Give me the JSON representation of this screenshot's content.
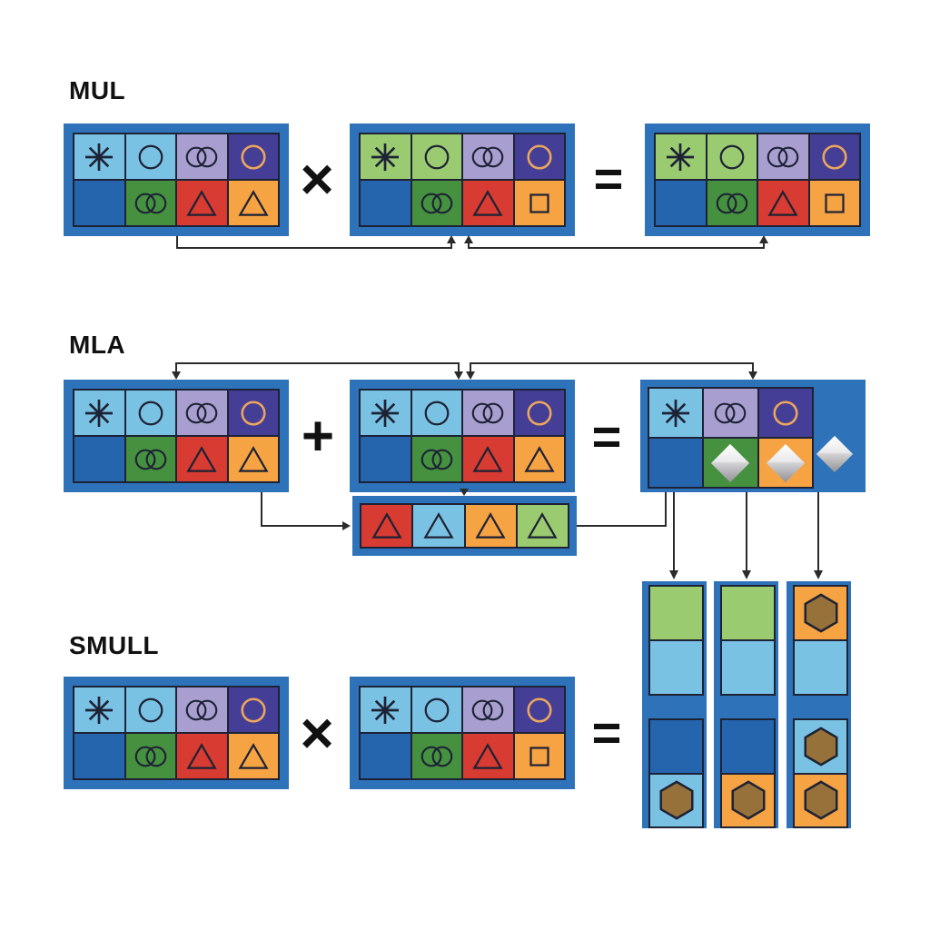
{
  "palette": {
    "background": "#ffffff",
    "text": "#111111",
    "registerBorder": "#2e72ba",
    "outline": "#1e2235",
    "arrow": "#2b2b2b",
    "blue": "#2565ae",
    "lightBlue": "#7ac2e4",
    "lightPurple": "#a89fd0",
    "indigo": "#453e97",
    "green": "#45913f",
    "lightGreen": "#9bcb70",
    "red": "#d73b31",
    "orange": "#f5a343",
    "hexBrown": "#97713a",
    "orangeStroke": "#eda75c",
    "diamondLight": "#ffffff",
    "diamondMid": "#d2d2d5",
    "diamondDark": "#929296"
  },
  "sections": {
    "mul": {
      "label": "MUL",
      "multiply_sign": "×",
      "equals_sign": "=",
      "src1": {
        "rows": [
          [
            {
              "bg": "lightBlue",
              "sym": "asterisk"
            },
            {
              "bg": "lightBlue",
              "sym": "circle"
            },
            {
              "bg": "lightPurple",
              "sym": "doubleCircle"
            },
            {
              "bg": "indigo",
              "sym": "circleOrange"
            }
          ],
          [
            {
              "bg": "blue"
            },
            {
              "bg": "green",
              "sym": "doubleCircle"
            },
            {
              "bg": "red",
              "sym": "triangle"
            },
            {
              "bg": "orange",
              "sym": "triangle"
            }
          ]
        ]
      },
      "src2": {
        "rows": [
          [
            {
              "bg": "lightGreen",
              "sym": "asterisk"
            },
            {
              "bg": "lightGreen",
              "sym": "circle"
            },
            {
              "bg": "lightPurple",
              "sym": "doubleCircle"
            },
            {
              "bg": "indigo",
              "sym": "circleOrange"
            }
          ],
          [
            {
              "bg": "blue"
            },
            {
              "bg": "green",
              "sym": "doubleCircle"
            },
            {
              "bg": "red",
              "sym": "triangle"
            },
            {
              "bg": "orange",
              "sym": "square"
            }
          ]
        ]
      },
      "dst": {
        "rows": [
          [
            {
              "bg": "lightGreen",
              "sym": "asterisk"
            },
            {
              "bg": "lightGreen",
              "sym": "circle"
            },
            {
              "bg": "lightPurple",
              "sym": "doubleCircle"
            },
            {
              "bg": "indigo",
              "sym": "circleOrange"
            }
          ],
          [
            {
              "bg": "blue"
            },
            {
              "bg": "green",
              "sym": "doubleCircle"
            },
            {
              "bg": "red",
              "sym": "triangle"
            },
            {
              "bg": "orange",
              "sym": "square"
            }
          ]
        ]
      }
    },
    "mla": {
      "label": "MLA",
      "plus_sign": "+",
      "equals_sign": "=",
      "src1": {
        "rows": [
          [
            {
              "bg": "lightBlue",
              "sym": "asterisk"
            },
            {
              "bg": "lightBlue",
              "sym": "circle"
            },
            {
              "bg": "lightPurple",
              "sym": "doubleCircle"
            },
            {
              "bg": "indigo",
              "sym": "circleOrange"
            }
          ],
          [
            {
              "bg": "blue"
            },
            {
              "bg": "green",
              "sym": "doubleCircle"
            },
            {
              "bg": "red",
              "sym": "triangle"
            },
            {
              "bg": "orange",
              "sym": "triangle"
            }
          ]
        ]
      },
      "src2": {
        "rows": [
          [
            {
              "bg": "lightBlue",
              "sym": "asterisk"
            },
            {
              "bg": "lightBlue",
              "sym": "circle"
            },
            {
              "bg": "lightPurple",
              "sym": "doubleCircle"
            },
            {
              "bg": "indigo",
              "sym": "circleOrange"
            }
          ],
          [
            {
              "bg": "blue"
            },
            {
              "bg": "green",
              "sym": "doubleCircle"
            },
            {
              "bg": "red",
              "sym": "triangle"
            },
            {
              "bg": "orange",
              "sym": "triangle"
            }
          ]
        ]
      },
      "addend_row": {
        "rows": [
          [
            {
              "bg": "red",
              "sym": "triangle"
            },
            {
              "bg": "lightBlue",
              "sym": "triangle"
            },
            {
              "bg": "orange",
              "sym": "triangle"
            },
            {
              "bg": "lightGreen",
              "sym": "triangle"
            }
          ]
        ]
      },
      "dst": {
        "rows": [
          [
            {
              "bg": "lightBlue",
              "sym": "asterisk"
            },
            {
              "bg": "lightPurple",
              "sym": "doubleCircle"
            },
            {
              "bg": "indigo",
              "sym": "circleOrange"
            }
          ],
          [
            {
              "bg": "blue"
            },
            {
              "bg": "green",
              "sym": "diamond"
            },
            {
              "bg": "orange",
              "sym": "diamond"
            }
          ]
        ]
      },
      "overflow_symbol": "diamond"
    },
    "smull": {
      "label": "SMULL",
      "multiply_sign": "×",
      "equals_sign": "=",
      "src1": {
        "rows": [
          [
            {
              "bg": "lightBlue",
              "sym": "asterisk"
            },
            {
              "bg": "lightBlue",
              "sym": "circle"
            },
            {
              "bg": "lightPurple",
              "sym": "doubleCircle"
            },
            {
              "bg": "indigo",
              "sym": "circleOrange"
            }
          ],
          [
            {
              "bg": "blue"
            },
            {
              "bg": "green",
              "sym": "doubleCircle"
            },
            {
              "bg": "red",
              "sym": "triangle"
            },
            {
              "bg": "orange",
              "sym": "triangle"
            }
          ]
        ]
      },
      "src2": {
        "rows": [
          [
            {
              "bg": "lightBlue",
              "sym": "asterisk"
            },
            {
              "bg": "lightBlue",
              "sym": "circle"
            },
            {
              "bg": "lightPurple",
              "sym": "doubleCircle"
            },
            {
              "bg": "indigo",
              "sym": "circleOrange"
            }
          ],
          [
            {
              "bg": "blue"
            },
            {
              "bg": "green",
              "sym": "doubleCircle"
            },
            {
              "bg": "red",
              "sym": "triangle"
            },
            {
              "bg": "orange",
              "sym": "square"
            }
          ]
        ]
      },
      "dst_columns": [
        {
          "upper": {
            "rows": [
              [
                {
                  "bg": "lightGreen"
                }
              ],
              [
                {
                  "bg": "lightBlue"
                }
              ]
            ]
          },
          "lower": {
            "rows": [
              [
                {
                  "bg": "blue"
                }
              ],
              [
                {
                  "bg": "lightBlue",
                  "sym": "hexagon"
                }
              ]
            ]
          }
        },
        {
          "upper": {
            "rows": [
              [
                {
                  "bg": "lightGreen"
                }
              ],
              [
                {
                  "bg": "lightBlue"
                }
              ]
            ]
          },
          "lower": {
            "rows": [
              [
                {
                  "bg": "blue"
                }
              ],
              [
                {
                  "bg": "orange",
                  "sym": "hexagon"
                }
              ]
            ]
          }
        },
        {
          "upper": {
            "rows": [
              [
                {
                  "bg": "orange",
                  "sym": "hexagon"
                }
              ],
              [
                {
                  "bg": "lightBlue"
                }
              ]
            ]
          },
          "lower": {
            "rows": [
              [
                {
                  "bg": "lightBlue",
                  "sym": "hexagon"
                }
              ],
              [
                {
                  "bg": "orange",
                  "sym": "hexagon"
                }
              ]
            ]
          }
        }
      ]
    }
  }
}
